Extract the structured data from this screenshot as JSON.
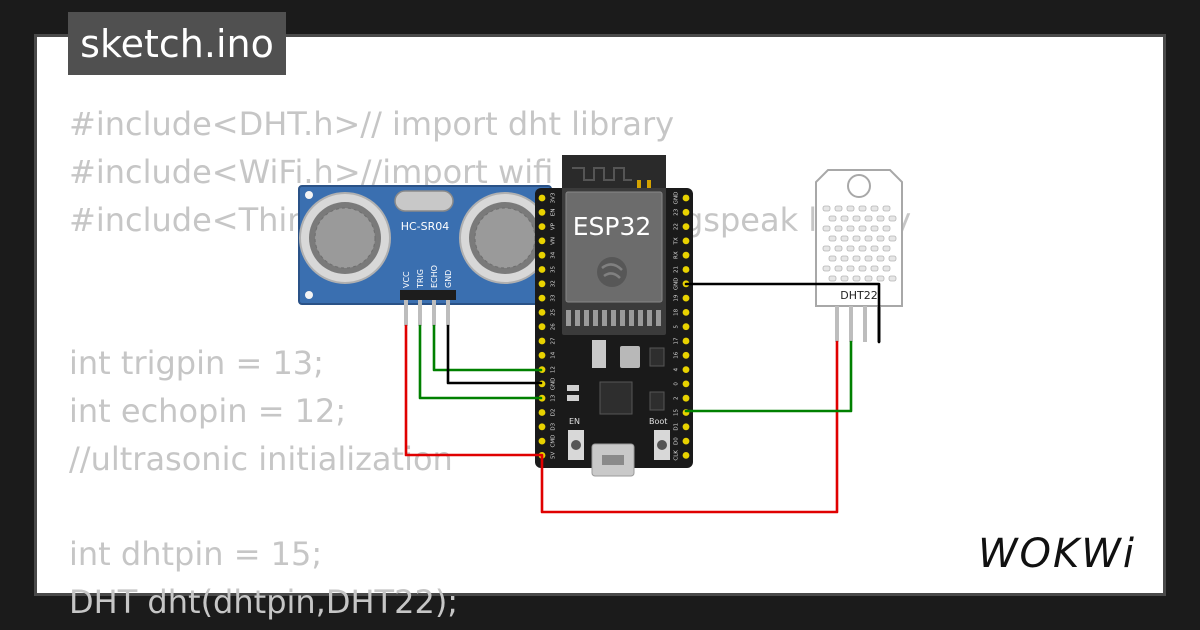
{
  "tab": {
    "filename": "sketch.ino"
  },
  "code_lines": [
    "#include<DHT.h>// import dht library",
    "#include<WiFi.h>//import wifi library",
    "#include<ThingSpeak.h>//import thingspeak library",
    "",
    "",
    "int trigpin = 13;",
    "int echopin = 12;",
    "//ultrasonic initialization",
    "",
    "int dhtpin = 15;",
    "DHT dht(dhtpin,DHT22);"
  ],
  "components": {
    "ultrasonic": {
      "label": "HC-SR04",
      "pins": [
        "VCC",
        "TRIG",
        "ECHO",
        "GND"
      ]
    },
    "esp32": {
      "label": "ESP32",
      "buttons": {
        "en": "EN",
        "boot": "Boot"
      },
      "left_pins": [
        "3V3",
        "EN",
        "VP",
        "VN",
        "34",
        "35",
        "32",
        "33",
        "25",
        "26",
        "27",
        "14",
        "12",
        "GND",
        "13",
        "D2",
        "D3",
        "CMD",
        "5V"
      ],
      "right_pins": [
        "GND",
        "23",
        "22",
        "TX",
        "RX",
        "21",
        "GND",
        "19",
        "18",
        "5",
        "17",
        "16",
        "4",
        "0",
        "2",
        "15",
        "D1",
        "D0",
        "CLK"
      ]
    },
    "dht": {
      "label": "DHT22"
    }
  },
  "colors": {
    "wire_red": "#e00000",
    "wire_green": "#008000",
    "wire_black": "#000000",
    "board": "#1a1a1a",
    "pin_gold": "#e8d200",
    "sensor_blue": "#3a6fb0"
  },
  "brand": {
    "logo_text": "WOKWi"
  }
}
